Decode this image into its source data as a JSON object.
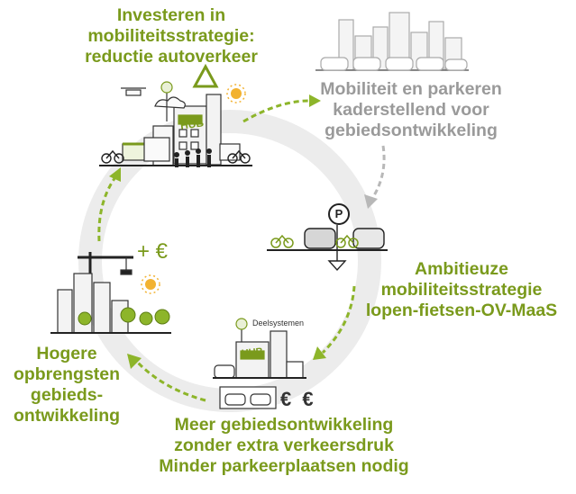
{
  "steps": {
    "top": [
      "Investeren in",
      "mobiliteitsstrategie:",
      "reductie autoverkeer"
    ],
    "right": [
      "Mobiliteit en parkeren",
      "kaderstellend voor",
      "gebiedsontwikkeling"
    ],
    "mid": [
      "Ambitieuze",
      "mobiliteitsstrategie",
      "lopen-fietsen-OV-MaaS"
    ],
    "bottom": [
      "Meer gebiedsontwikkeling",
      "zonder extra verkeersdruk",
      "Minder parkeerplaatsen nodig"
    ],
    "left": [
      "Hogere",
      "opbrengsten",
      "gebieds-",
      "ontwikkeling"
    ]
  },
  "illustration_text": {
    "hub_top": "HUB",
    "hub_bottom": "HUB",
    "deelsystemen": "Deelsystemen",
    "euro": "€ €",
    "plus_euro": "+ €",
    "parking": "P"
  },
  "colors": {
    "green": "#7a9a1c",
    "grey_text": "#9a9a9a",
    "ring": "#ececec",
    "arrow_green": "#8db52a",
    "arrow_grey": "#b8b8b8"
  }
}
